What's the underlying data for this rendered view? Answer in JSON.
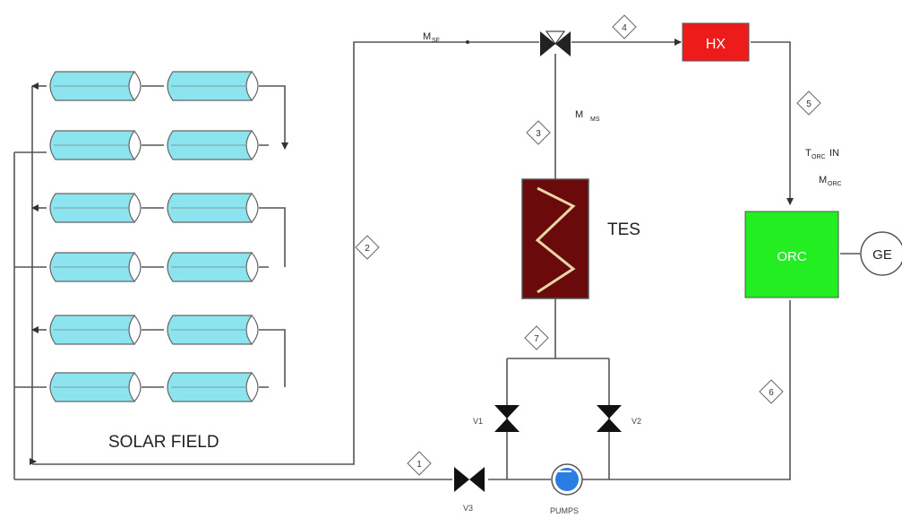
{
  "solar_field": {
    "label": "SOLAR FIELD"
  },
  "tes": {
    "label": "TES"
  },
  "hx": {
    "label": "HX"
  },
  "orc": {
    "label": "ORC"
  },
  "ge": {
    "label": "GE"
  },
  "pumps": {
    "label": "PUMPS"
  },
  "valves": {
    "v1": "V1",
    "v2": "V2",
    "v3": "V3"
  },
  "flow_labels": {
    "m_sf": "M",
    "m_sf_sub": "SF",
    "m_ms": "M",
    "m_ms_sub": "MS",
    "t_orc_in": "T",
    "t_orc_in_sub": "ORC",
    "t_orc_in_suffix": "IN",
    "m_orc": "M",
    "m_orc_sub": "ORC"
  },
  "nodes": [
    "1",
    "2",
    "3",
    "4",
    "5",
    "6",
    "7"
  ],
  "colors": {
    "collector": "#8ce4ee",
    "tes_fill": "#6b0a0a",
    "hx_fill": "#ee1b1b",
    "orc_fill": "#22ee22",
    "pump": "#2a7de1",
    "pipe": "#555555"
  }
}
